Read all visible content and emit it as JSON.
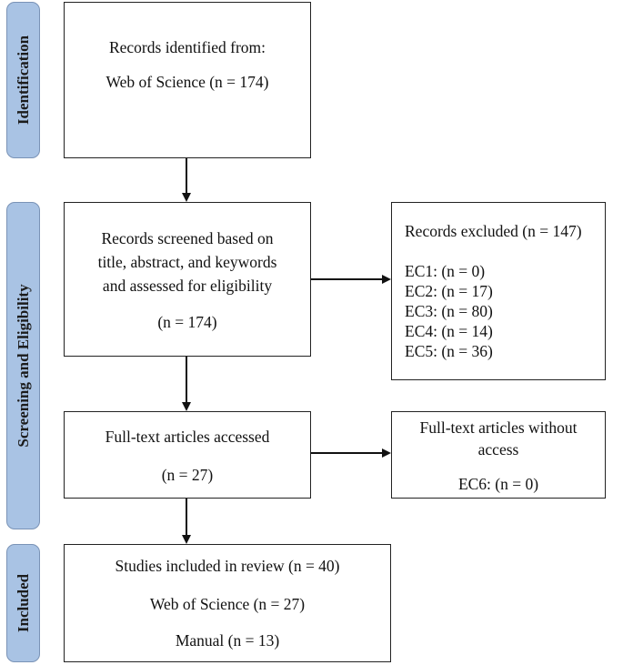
{
  "stages": {
    "identification": "Identification",
    "screening": "Screening and Eligibility",
    "included": "Included"
  },
  "identified": {
    "line1": "Records identified from:",
    "line2": "Web of Science (n = 174)"
  },
  "screened": {
    "line1": "Records screened based on",
    "line2": "title, abstract, and keywords",
    "line3": "and assessed for eligibility",
    "line4": "(n = 174)"
  },
  "excluded": {
    "title": "Records excluded (n = 147)",
    "items": [
      "EC1: (n = 0)",
      "EC2: (n = 17)",
      "EC3: (n = 80)",
      "EC4: (n = 14)",
      "EC5: (n = 36)"
    ]
  },
  "fulltext": {
    "line1": "Full-text articles accessed",
    "line2": "(n = 27)"
  },
  "noaccess": {
    "line1": "Full-text articles without",
    "line2": "access",
    "line3": "EC6: (n = 0)"
  },
  "included": {
    "line1": "Studies included in review (n = 40)",
    "line2": "Web of Science (n = 27)",
    "line3": "Manual (n = 13)"
  }
}
